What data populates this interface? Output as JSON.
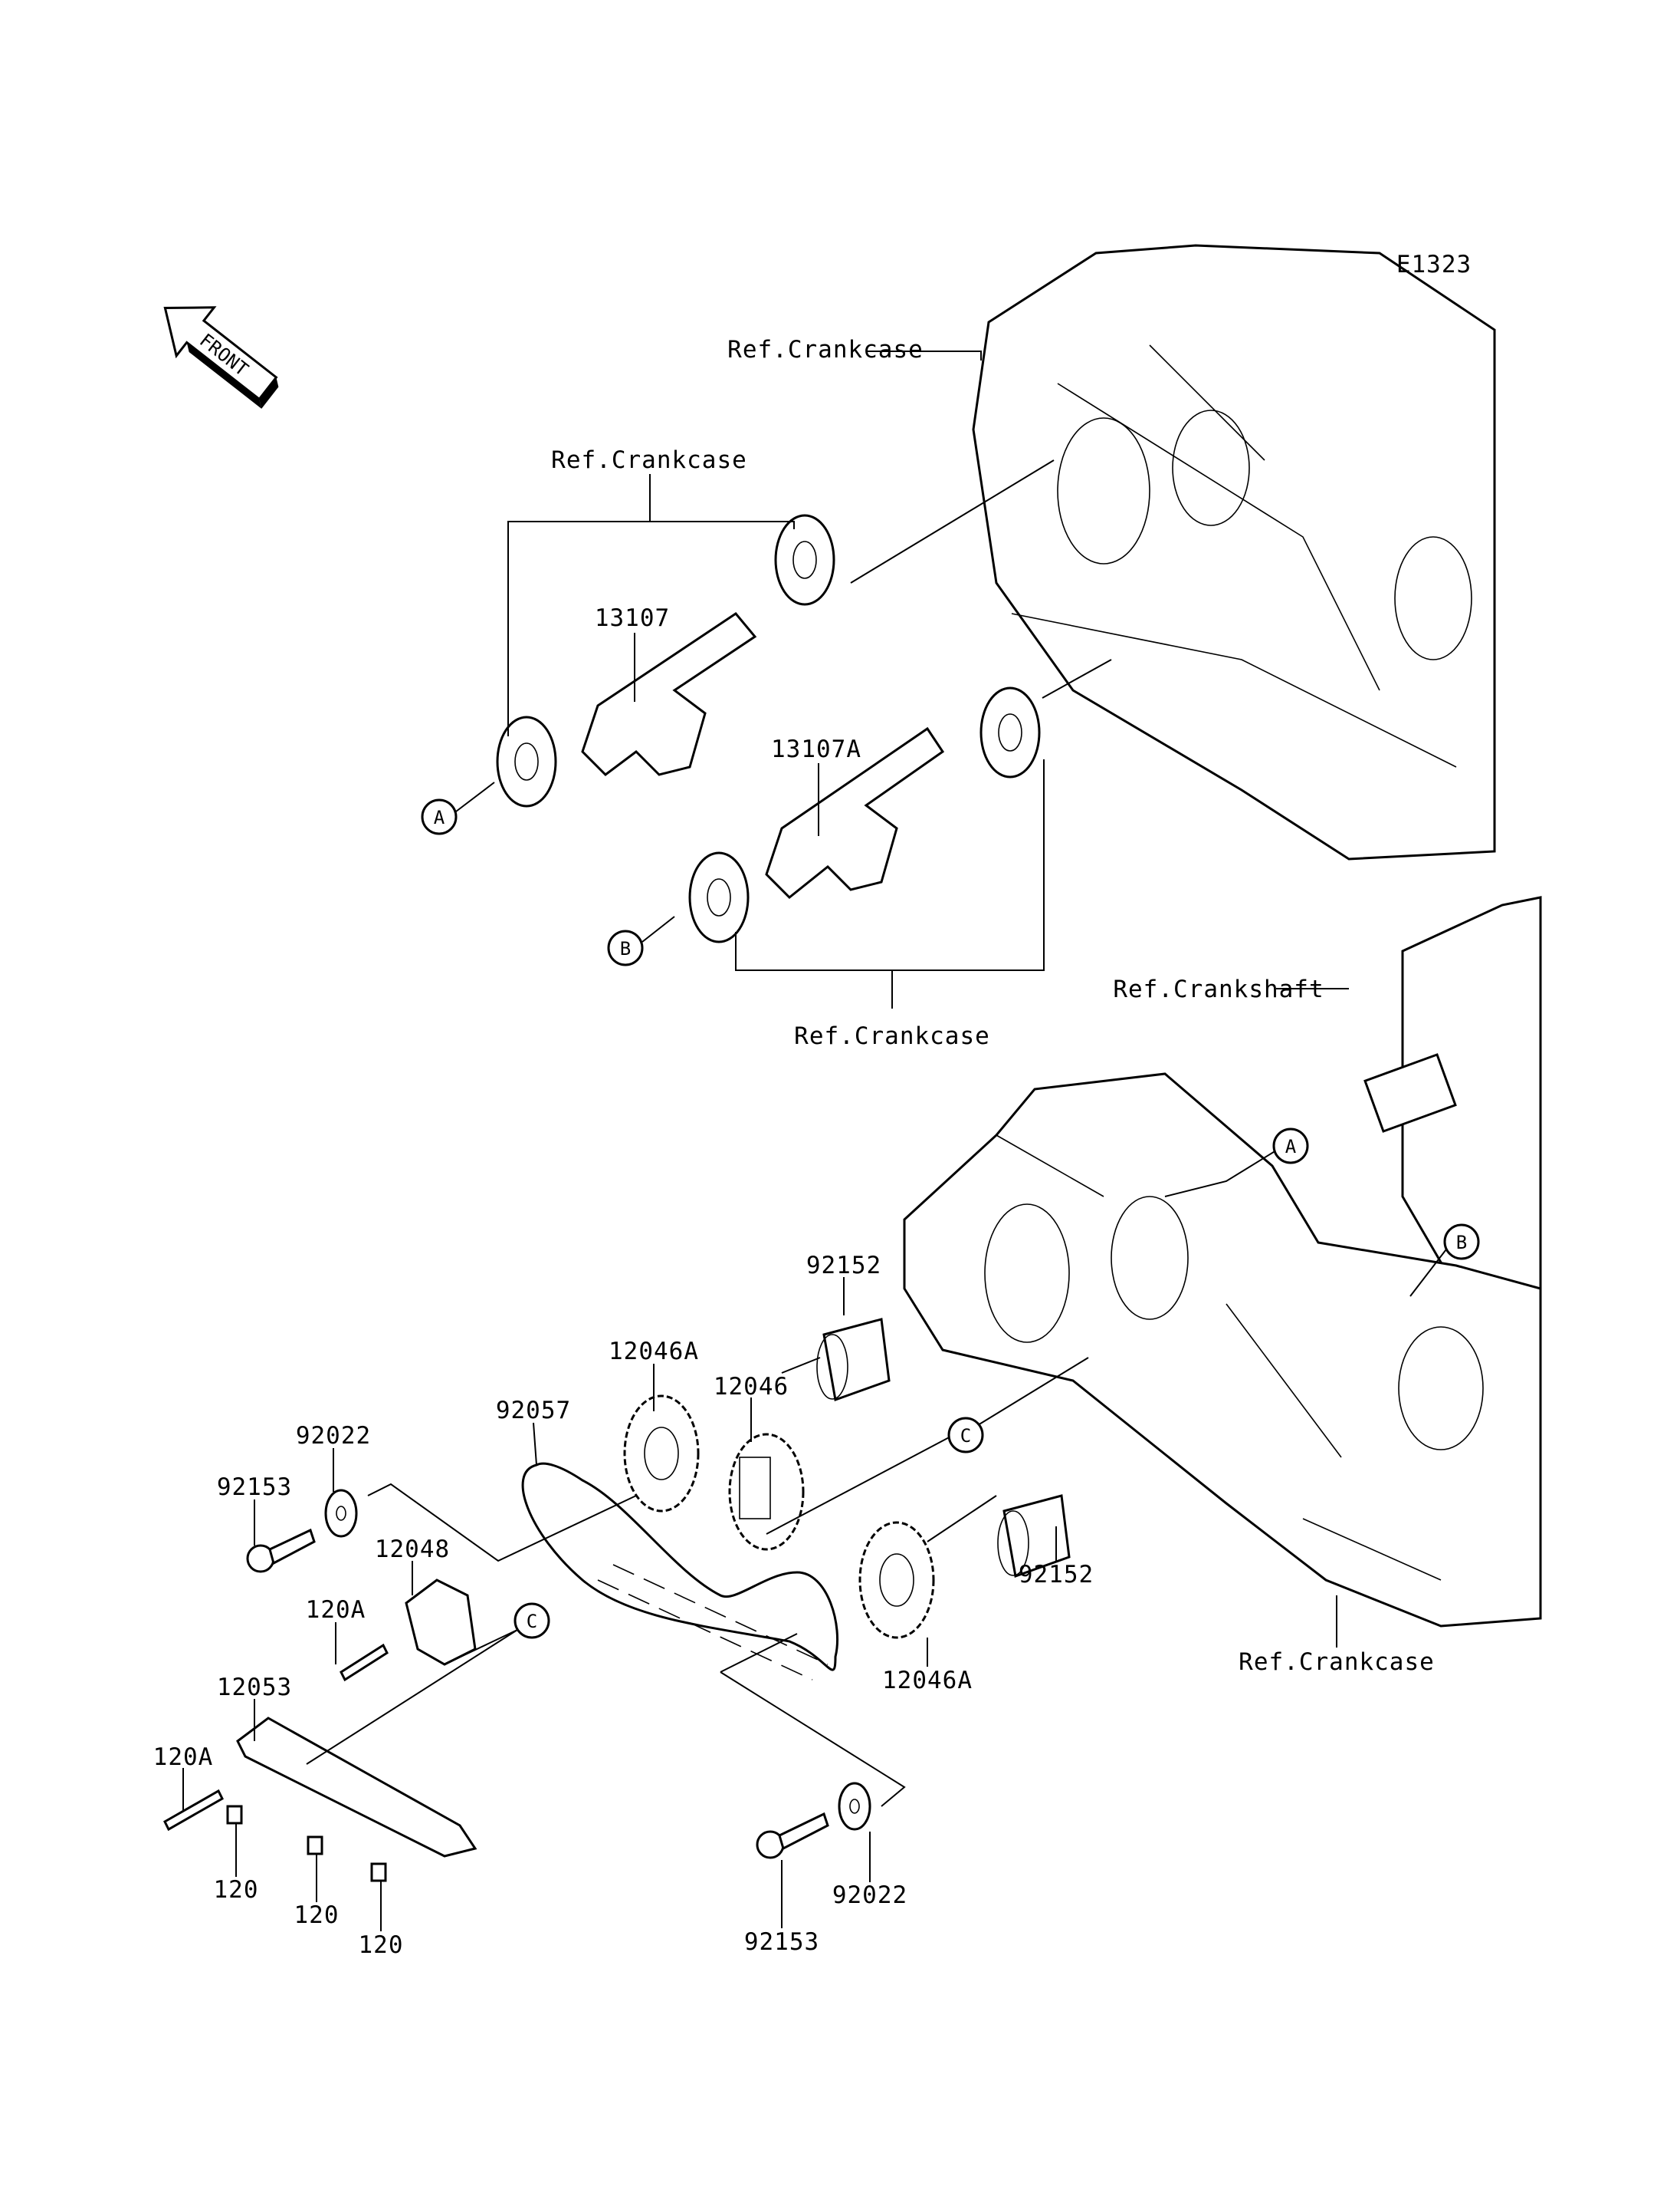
{
  "diagram_code": "E1323",
  "front_arrow": {
    "label": "FRONT",
    "icon": "front-direction-arrow-icon"
  },
  "references": {
    "crankcase_top": "Ref.Crankcase",
    "crankcase_bearings_upper": "Ref.Crankcase",
    "crankcase_bearings_lower": "Ref.Crankcase",
    "crankshaft": "Ref.Crankshaft",
    "crankcase_bottom": "Ref.Crankcase"
  },
  "callouts": {
    "a1": "A",
    "a2": "A",
    "b1": "B",
    "b2": "B",
    "c1": "C",
    "c2": "C"
  },
  "parts": {
    "p13107": "13107",
    "p13107a": "13107A",
    "p92152_upper": "92152",
    "p92152_lower": "92152",
    "p12046a_upper": "12046A",
    "p12046": "12046",
    "p12046a_lower": "12046A",
    "p92057": "92057",
    "p92022_left": "92022",
    "p92153_left": "92153",
    "p12048": "12048",
    "p120a_upper": "120A",
    "p12053": "12053",
    "p120a_lower": "120A",
    "p120_1": "120",
    "p120_2": "120",
    "p120_3": "120",
    "p92153_bottom": "92153",
    "p92022_bottom": "92022"
  }
}
